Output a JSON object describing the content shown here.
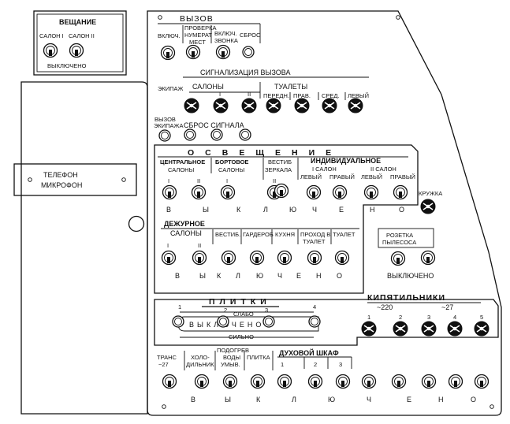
{
  "broadcast": {
    "title": "ВЕЩАНИЕ",
    "salon1": "САЛОН I",
    "salon2": "САЛОН II",
    "off": "ВЫКЛЮЧЕНО"
  },
  "phone": {
    "line1": "ТЕЛЕФОН",
    "line2": "МИКРОФОН"
  },
  "call": {
    "title": "ВЫЗОВ",
    "on": "ВКЛЮЧ.",
    "check1": "ПРОВЕРКА",
    "check2": "НУМЕРАТ",
    "check3": "МЕСТ",
    "bell1": "ВКЛЮЧ.",
    "bell2": "ЗВОНКА",
    "reset": "СБРОС"
  },
  "signal": {
    "title": "СИГНАЛИЗАЦИЯ ВЫЗОВА",
    "crew": "ЭКИПАЖ",
    "salons": "САЛОНЫ",
    "s1": "I",
    "s2": "II",
    "toilets": "ТУАЛЕТЫ",
    "front": "ПЕРЕДН.",
    "right": "ПРАВ.",
    "mid": "СРЕД.",
    "left": "ЛЕВЫЙ",
    "crew_call1": "ВЫЗОВ",
    "crew_call2": "ЭКИПАЖА",
    "reset_signal": "СБРОС СИГНАЛА"
  },
  "lighting": {
    "title": "ОСВЕЩЕНИЕ",
    "central": "ЦЕНТРАЛЬНОЕ",
    "board": "БОРТОВОЕ",
    "salons": "САЛОНЫ",
    "vestib1": "ВЕСТИБ",
    "vestib2": "ЗЕРКАЛА",
    "individual": "ИНДИВИДУАЛЬНОЕ",
    "ind_s1": "I САЛОН",
    "ind_s2": "II САЛОН",
    "left": "ЛЕВЫЙ",
    "right": "ПРАВЫЙ",
    "r1": "I",
    "r2": "II",
    "off_letters": [
      "В",
      "Ы",
      "К",
      "Л",
      "Ю",
      "Ч",
      "Е",
      "Н",
      "О"
    ]
  },
  "mug": "КРУЖКА",
  "duty": {
    "title": "ДЕЖУРНОЕ",
    "salons": "САЛОНЫ",
    "vestib": "ВЕСТИБ.",
    "wardrobe": "ГАРДЕРОБ",
    "kitchen": "КУХНЯ",
    "passage1": "ПРОХОД В",
    "passage2": "ТУАЛЕТ",
    "toilet": "ТУАЛЕТ",
    "r1": "I",
    "r2": "II",
    "off_letters": [
      "В",
      "Ы",
      "К",
      "Л",
      "Ю",
      "Ч",
      "Е",
      "Н",
      "О"
    ]
  },
  "vacuum": {
    "line1": "РОЗЕТКА",
    "line2": "ПЫЛЕСОСА",
    "off": "ВЫКЛЮЧЕНО"
  },
  "stoves": {
    "title": "ПЛИТКИ",
    "n1": "1",
    "n2": "2",
    "n3": "3",
    "n4": "4",
    "weak": "СЛАБО",
    "strong": "СИЛЬНО",
    "off_text": "ВЫКЛЮЧЕНО"
  },
  "boilers": {
    "title": "КИПЯТИЛЬНИКИ",
    "v220": "~220",
    "v27": "~27",
    "n1": "1",
    "n2": "2",
    "n3": "3",
    "n4": "4",
    "n5": "5"
  },
  "bottom": {
    "trans1": "ТРАНС",
    "trans2": "~27",
    "fridge1": "ХОЛО-",
    "fridge2": "ДИЛЬНИК",
    "heat1": "ПОДОГРЕВ",
    "heat2": "ВОДЫ",
    "heat3": "УМЫВ.",
    "stove": "ПЛИТКА",
    "oven": "ДУХОВОЙ ШКАФ",
    "o1": "1",
    "o2": "2",
    "o3": "3",
    "off_letters": [
      "В",
      "Ы",
      "К",
      "Л",
      "Ю",
      "Ч",
      "Е",
      "Н",
      "О"
    ]
  }
}
